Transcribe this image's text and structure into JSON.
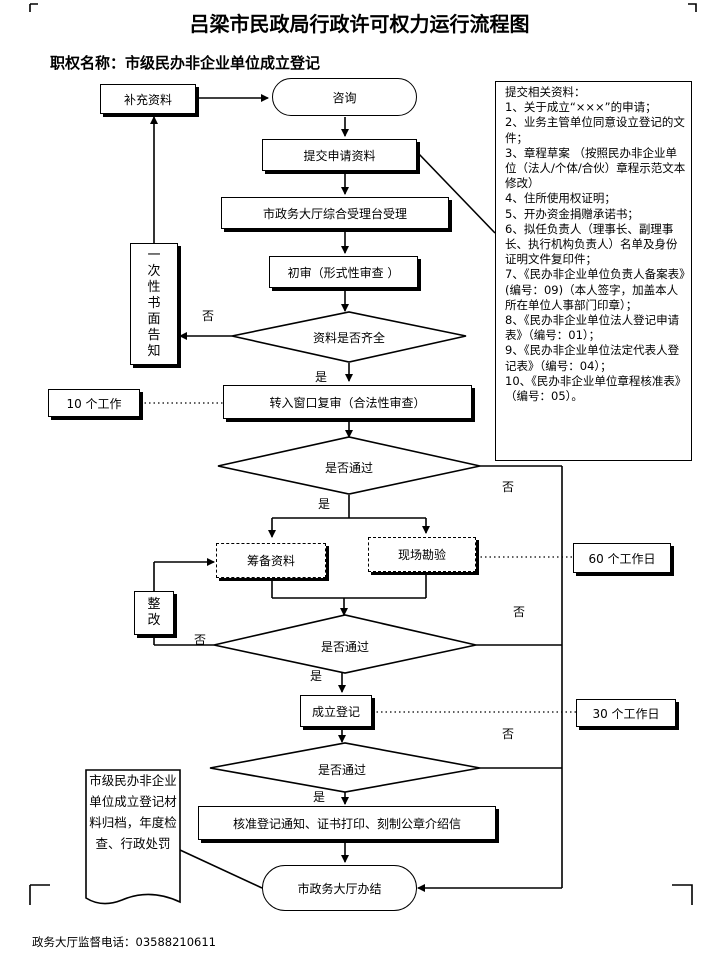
{
  "title": "吕梁市民政局行政许可权力运行流程图",
  "subtitle": "职权名称：市级民办非企业单位成立登记",
  "nodes": {
    "supplement": "补充资料",
    "consult": "咨询",
    "submit": "提交申请资料",
    "hall_accept": "市政务大厅综合受理台受理",
    "preliminary": "初审（形式性审查 ）",
    "materials_complete": "资料是否齐全",
    "one_time_notice": "一次性书面告知",
    "window_review": "转入窗口复审（合法性审查）",
    "pass1": "是否通过",
    "prep_materials": "筹备资料",
    "site_inspection": "现场勘验",
    "rectify": "整改",
    "pass2": "是否通过",
    "establish_register": "成立登记",
    "pass3": "是否通过",
    "approval": "核准登记通知、证书打印、刻制公章介绍信",
    "hall_done": "市政务大厅办结"
  },
  "labels": {
    "no1": "否",
    "yes1": "是",
    "yes2": "是",
    "no_right1": "否",
    "no_right2": "否",
    "no_left": "否",
    "yes3": "是",
    "no_right3": "否",
    "yes4": "是"
  },
  "durations": {
    "d10": "10 个工作",
    "d60": "60 个工作日",
    "d30": "30 个工作日"
  },
  "materials_list": {
    "heading": "提交相关资料：",
    "items": [
      "1、关于成立“×××”的申请；",
      "2、业务主管单位同意设立登记的文件；",
      "3、章程草案 （按照民办非企业单位（法人/个体/合伙）章程示范文本修改）",
      "4、住所使用权证明；",
      "5、开办资金捐赠承诺书；",
      "6、拟任负责人（理事长、副理事长、执行机构负责人）名单及身份证明文件复印件；",
      "7、《民办非企业单位负责人备案表》(编号：09)（本人签字，加盖本人所在单位人事部门印章）；",
      "8、《民办非企业单位法人登记申请表》（编号：01）；",
      "9、《民办非企业单位法定代表人登记表》（编号：04）；",
      "10、《民办非企业单位章程核准表》（编号：05）。"
    ]
  },
  "archive_note": "市级民办非企业单位成立登记材料归档，年度检查、行政处罚",
  "footer": "政务大厅监督电话：03588210611"
}
